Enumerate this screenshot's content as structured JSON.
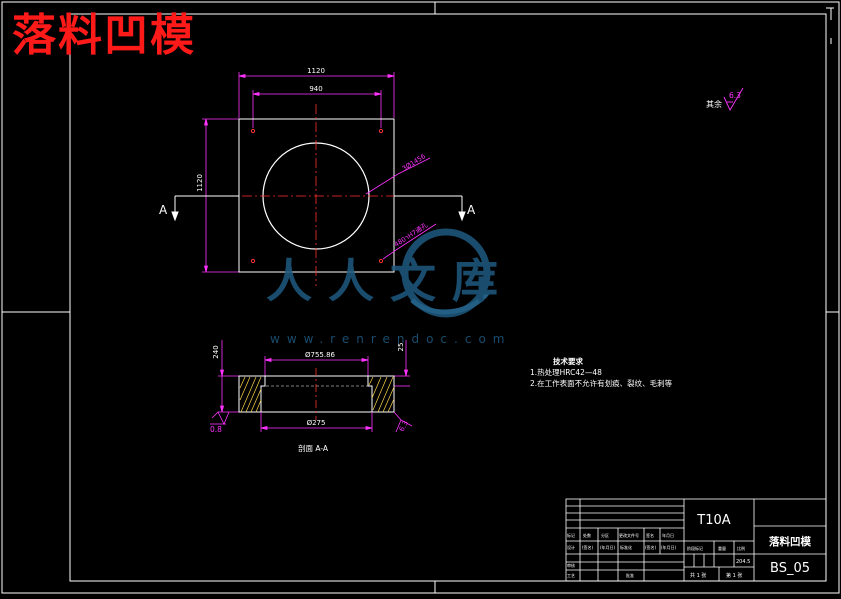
{
  "overlay_title": "落料凹模",
  "colors": {
    "background": "#000000",
    "lines": "#ffffff",
    "dimension": "#ff33ff",
    "centerline": "#ff3030",
    "title_red": "#ff1a1a",
    "hatch": "#ffd84a",
    "watermark": "#1e5a80"
  },
  "top_view": {
    "dim_overall_width": "1120",
    "dim_hole_spacing": "940",
    "dim_overall_height": "1120",
    "dim_bore": "3Ø1456",
    "dim_holes": "4ר80H7通孔",
    "section_mark_left": "A",
    "section_mark_right": "A"
  },
  "surface_note": {
    "label": "其余",
    "value": "6.3"
  },
  "section_view": {
    "dim_top_opening": "Ø755.86",
    "dim_bottom_opening": "Ø275",
    "dim_height": "240",
    "dim_step": "25",
    "roughness_left": "0.8",
    "roughness_right": "6.3",
    "caption": "剖面 A-A"
  },
  "tech_notes": {
    "heading": "技术要求",
    "items": [
      "1.热处理HRC42—48",
      "2.在工作表面不允许有划痕、裂纹、毛刺等"
    ]
  },
  "watermark": {
    "logo_text": "人人文库",
    "url": "www.renrendoc.com"
  },
  "title_block": {
    "material": "T10A",
    "part_name": "落料凹模",
    "drawing_no": "BS_05",
    "row_a": [
      "标记",
      "处数",
      "分区",
      "更改文件号",
      "签名",
      "年月日"
    ],
    "row_b": [
      "设计",
      "(签名)",
      "(年月日)",
      "标准化",
      "(签名)",
      "(年月日)"
    ],
    "row_c": [
      "审核"
    ],
    "row_d": [
      "工艺",
      "批准"
    ],
    "stage_headers": [
      "阶段标记",
      "重量",
      "比例"
    ],
    "weight": "204.5",
    "sheet_total": "共 1 张",
    "sheet_no": "第 1 张"
  }
}
